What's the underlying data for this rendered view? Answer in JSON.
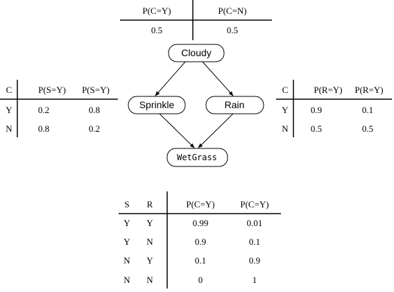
{
  "prior_cloudy": {
    "headers": [
      "P(C=Y)",
      "P(C=N)"
    ],
    "values": [
      "0.5",
      "0.5"
    ]
  },
  "nodes": {
    "cloudy": "Cloudy",
    "sprinkle": "Sprinkle",
    "rain": "Rain",
    "wetgrass": "WetGrass"
  },
  "sprinkle_cpt": {
    "headers": [
      "C",
      "P(S=Y)",
      "P(S=Y)"
    ],
    "rows": [
      [
        "Y",
        "0.2",
        "0.8"
      ],
      [
        "N",
        "0.8",
        "0.2"
      ]
    ]
  },
  "rain_cpt": {
    "headers": [
      "C",
      "P(R=Y)",
      "P(R=Y)"
    ],
    "rows": [
      [
        "Y",
        "0.9",
        "0.1"
      ],
      [
        "N",
        "0.5",
        "0.5"
      ]
    ]
  },
  "wetgrass_cpt": {
    "headers": [
      "S",
      "R",
      "P(C=Y)",
      "P(C=Y)"
    ],
    "rows": [
      [
        "Y",
        "Y",
        "0.99",
        "0.01"
      ],
      [
        "Y",
        "N",
        "0.9",
        "0.1"
      ],
      [
        "N",
        "Y",
        "0.1",
        "0.9"
      ],
      [
        "N",
        "N",
        "0",
        "1"
      ]
    ]
  }
}
